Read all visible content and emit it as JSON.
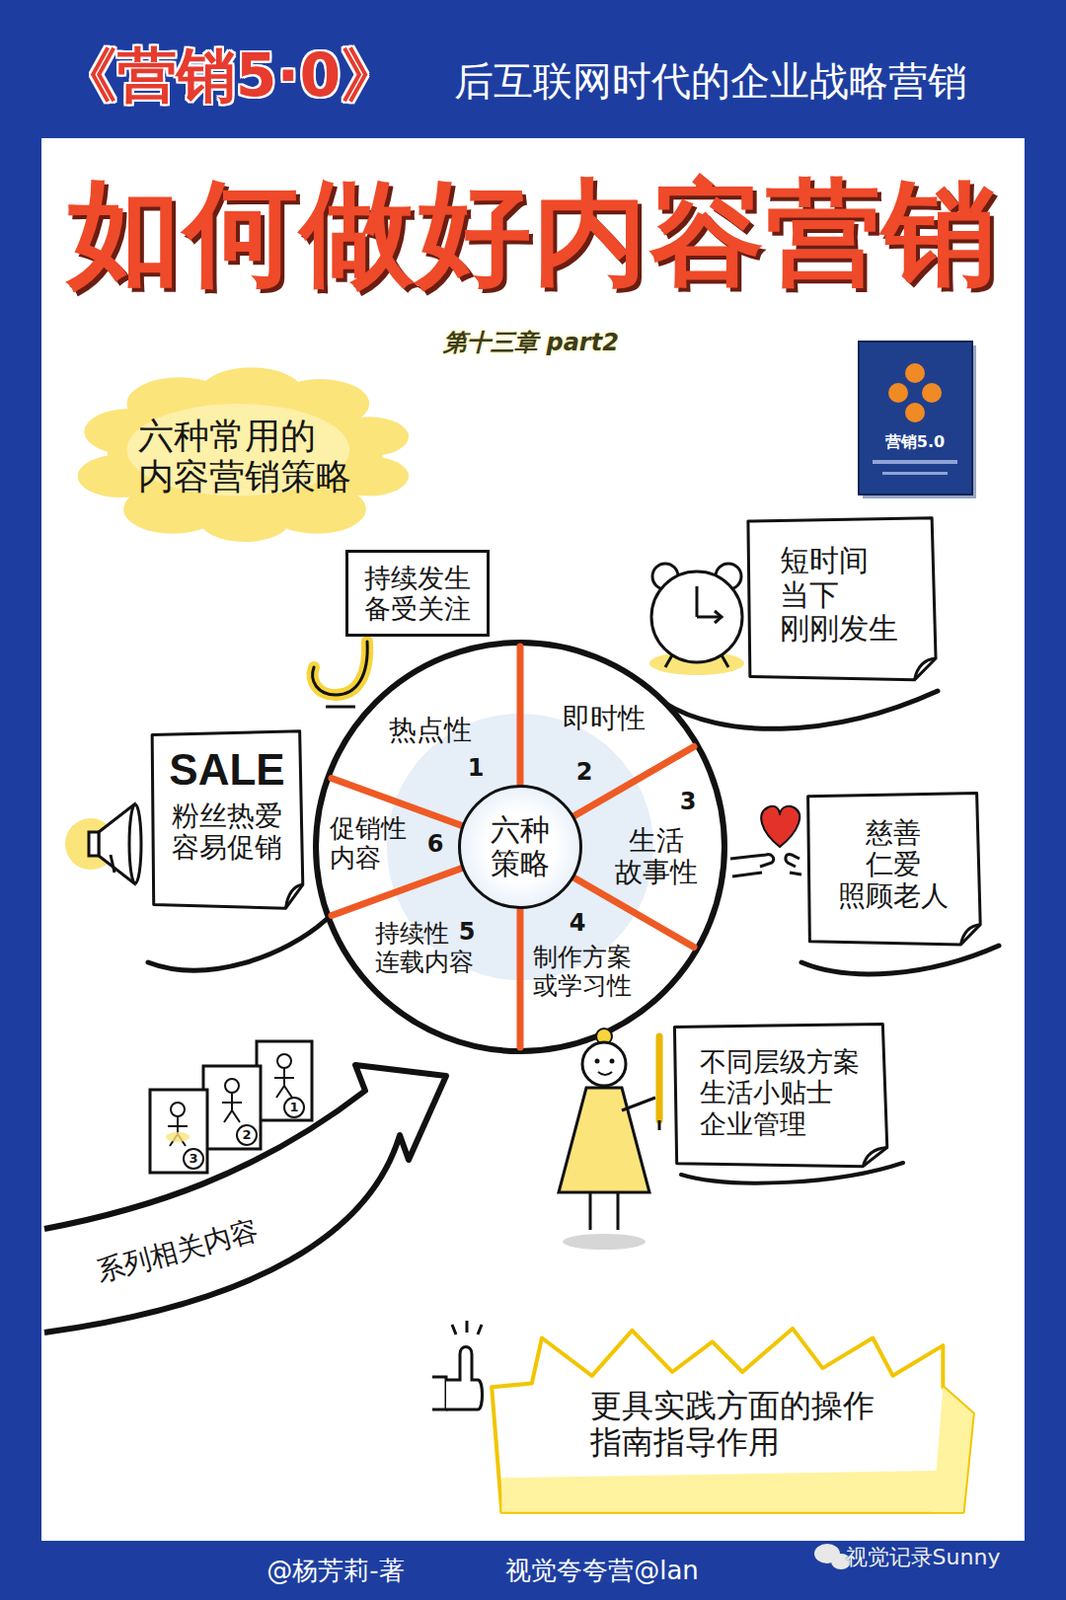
{
  "diagram": {
    "title": "如何做好内容营销",
    "nodes": [
      {
        "text": [
          "六种常用的 内容营销策略"
        ]
      },
      {
        "text": [
          "持续发生 备受关注"
        ]
      },
      {
        "text": [
          "短时间 当下 刚刚发生"
        ]
      },
      {
        "text": [
          "六种 策略"
        ]
      },
      {
        "text": [
          "热点性",
          "1"
        ]
      },
      {
        "text": [
          "即时性",
          "2"
        ]
      },
      {
        "text": [
          "生活 故事性",
          "3"
        ]
      },
      {
        "text": [
          "制作方案 或学习性",
          "4"
        ]
      },
      {
        "text": [
          "持续性 连载内容",
          "5"
        ]
      },
      {
        "text": [
          "促销性 内容",
          "6"
        ]
      },
      {
        "text": [
          "SALE",
          "粉丝热爱 容易促销"
        ]
      },
      {
        "text": [
          "慈善 仁爱 照顾老人"
        ]
      },
      {
        "text": [
          "系列相关内容"
        ]
      },
      {
        "text": [
          "不同层级方案 生活小贴士 企业管理"
        ]
      },
      {
        "text": [
          "更具实践方面的操作 指南指导作用"
        ]
      }
    ],
    "labels": [
      "《营销5·0》",
      "后互联网时代的企业战略营销",
      "第十三章 part2",
      "营销5.0",
      "1",
      "2",
      "3",
      "@杨芳莉-著",
      "视觉夸夸营@lan",
      "视觉记录Sunny"
    ]
  }
}
